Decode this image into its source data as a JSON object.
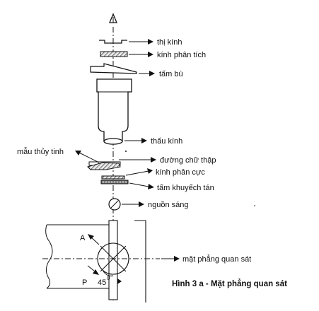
{
  "labels": {
    "eyepiece": "thị kính",
    "analyzer": "kính phân tích",
    "compensator": "tấm bù",
    "objective": "thấu kính",
    "crystal_sample": "mẫu thủy tinh",
    "crosshair": "đường chữ thập",
    "polarizer": "kính phân cực",
    "diffuser": "tấm khuyếch tán",
    "light_source": "nguồn sáng",
    "observation_plane": "mặt phẳng quan sát"
  },
  "angle": {
    "letters": {
      "a": "A",
      "p": "P"
    },
    "value": "45",
    "unit": "0"
  },
  "caption": "Hình 3 a - Mặt phẳng quan sát",
  "colors": {
    "ink": "#111111",
    "fill_gray": "#9a9a9a"
  }
}
